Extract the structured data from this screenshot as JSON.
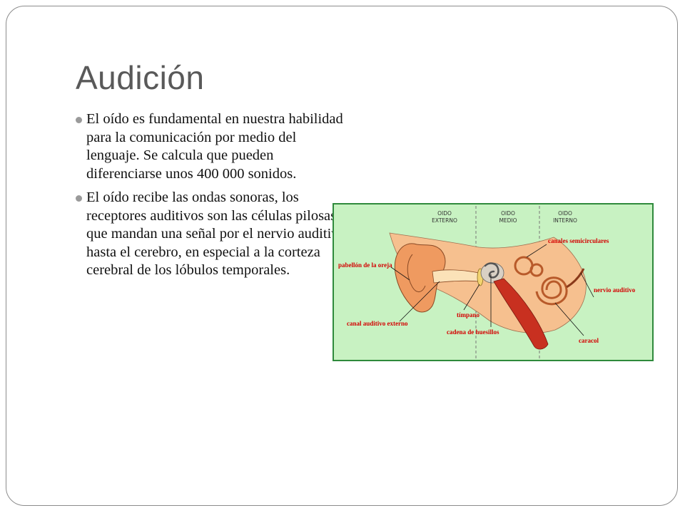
{
  "slide": {
    "title": "Audición",
    "bullets": [
      "El oído es fundamental en nuestra habilidad para la comunicación por medio del lenguaje. Se calcula que pueden diferenciarse unos 400 000 sonidos.",
      "El oído recibe las ondas sonoras, los receptores auditivos son las células pilosas que mandan una señal por el nervio auditivo hasta el cerebro, en especial a la corteza cerebral de los lóbulos temporales."
    ]
  },
  "diagram": {
    "sections": [
      "OIDO EXTERNO",
      "OIDO MEDIO",
      "OIDO INTERNO"
    ],
    "labels": {
      "pabellon": "pabellón de la oreja",
      "canales": "canales semicirculares",
      "nervio": "nervio auditivo",
      "canal": "canal auditivo externo",
      "timpano": "tímpano",
      "cadena": "cadena de huesillos",
      "caracol": "caracol"
    },
    "colors": {
      "background": "#c8f2c2",
      "border": "#2f8a3c",
      "label": "#d40000",
      "skin": "#f6c08f",
      "ear_outer": "#ef9a60",
      "tube": "#c83020"
    }
  }
}
